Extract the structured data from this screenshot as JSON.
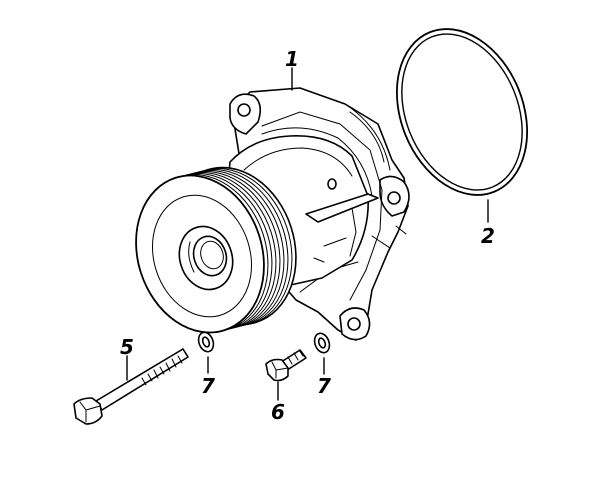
{
  "diagram": {
    "callouts": [
      {
        "id": "1",
        "label": "1"
      },
      {
        "id": "2",
        "label": "2"
      },
      {
        "id": "5",
        "label": "5"
      },
      {
        "id": "6",
        "label": "6"
      },
      {
        "id": "7a",
        "label": "7"
      },
      {
        "id": "7b",
        "label": "7"
      }
    ]
  }
}
